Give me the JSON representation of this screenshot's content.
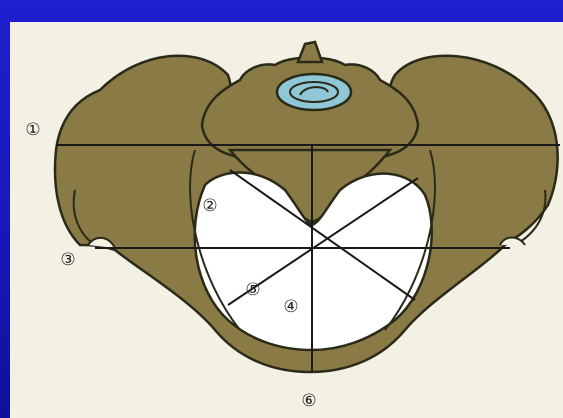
{
  "diagram": {
    "labels": [
      "①",
      "②",
      "③",
      "④",
      "⑤",
      "⑥"
    ],
    "colors": {
      "background": "#1717b8",
      "panel": "#f3f0e4",
      "bone": "#8a7a45",
      "bone_outline": "#2a2a18",
      "disc": "#8fc7d6",
      "lines": "#1a1a1a"
    }
  }
}
